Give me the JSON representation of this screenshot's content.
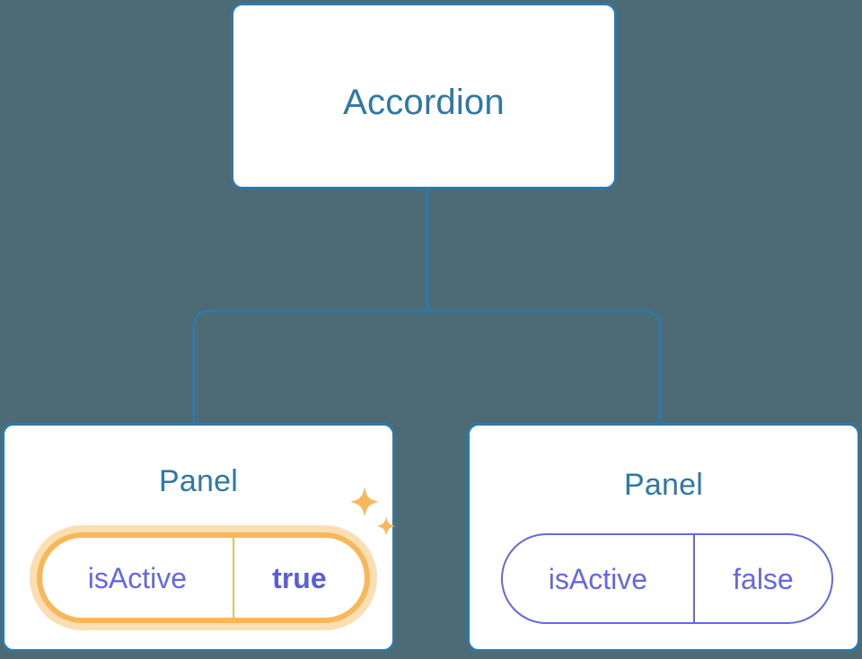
{
  "diagram": {
    "type": "component-tree",
    "background_color": "#4d6b74",
    "node_border_color": "#2e79ab",
    "node_title_color": "#2e78a8",
    "prop_color": "#6467e6",
    "highlight_color": "#f8b85a",
    "highlight_glow_color": "#fbdfb2"
  },
  "root": {
    "title": "Accordion"
  },
  "children": [
    {
      "title": "Panel",
      "highlighted": true,
      "prop": {
        "key": "isActive",
        "value": "true"
      },
      "sparkle_icon": "sparkles-icon"
    },
    {
      "title": "Panel",
      "highlighted": false,
      "prop": {
        "key": "isActive",
        "value": "false"
      }
    }
  ]
}
